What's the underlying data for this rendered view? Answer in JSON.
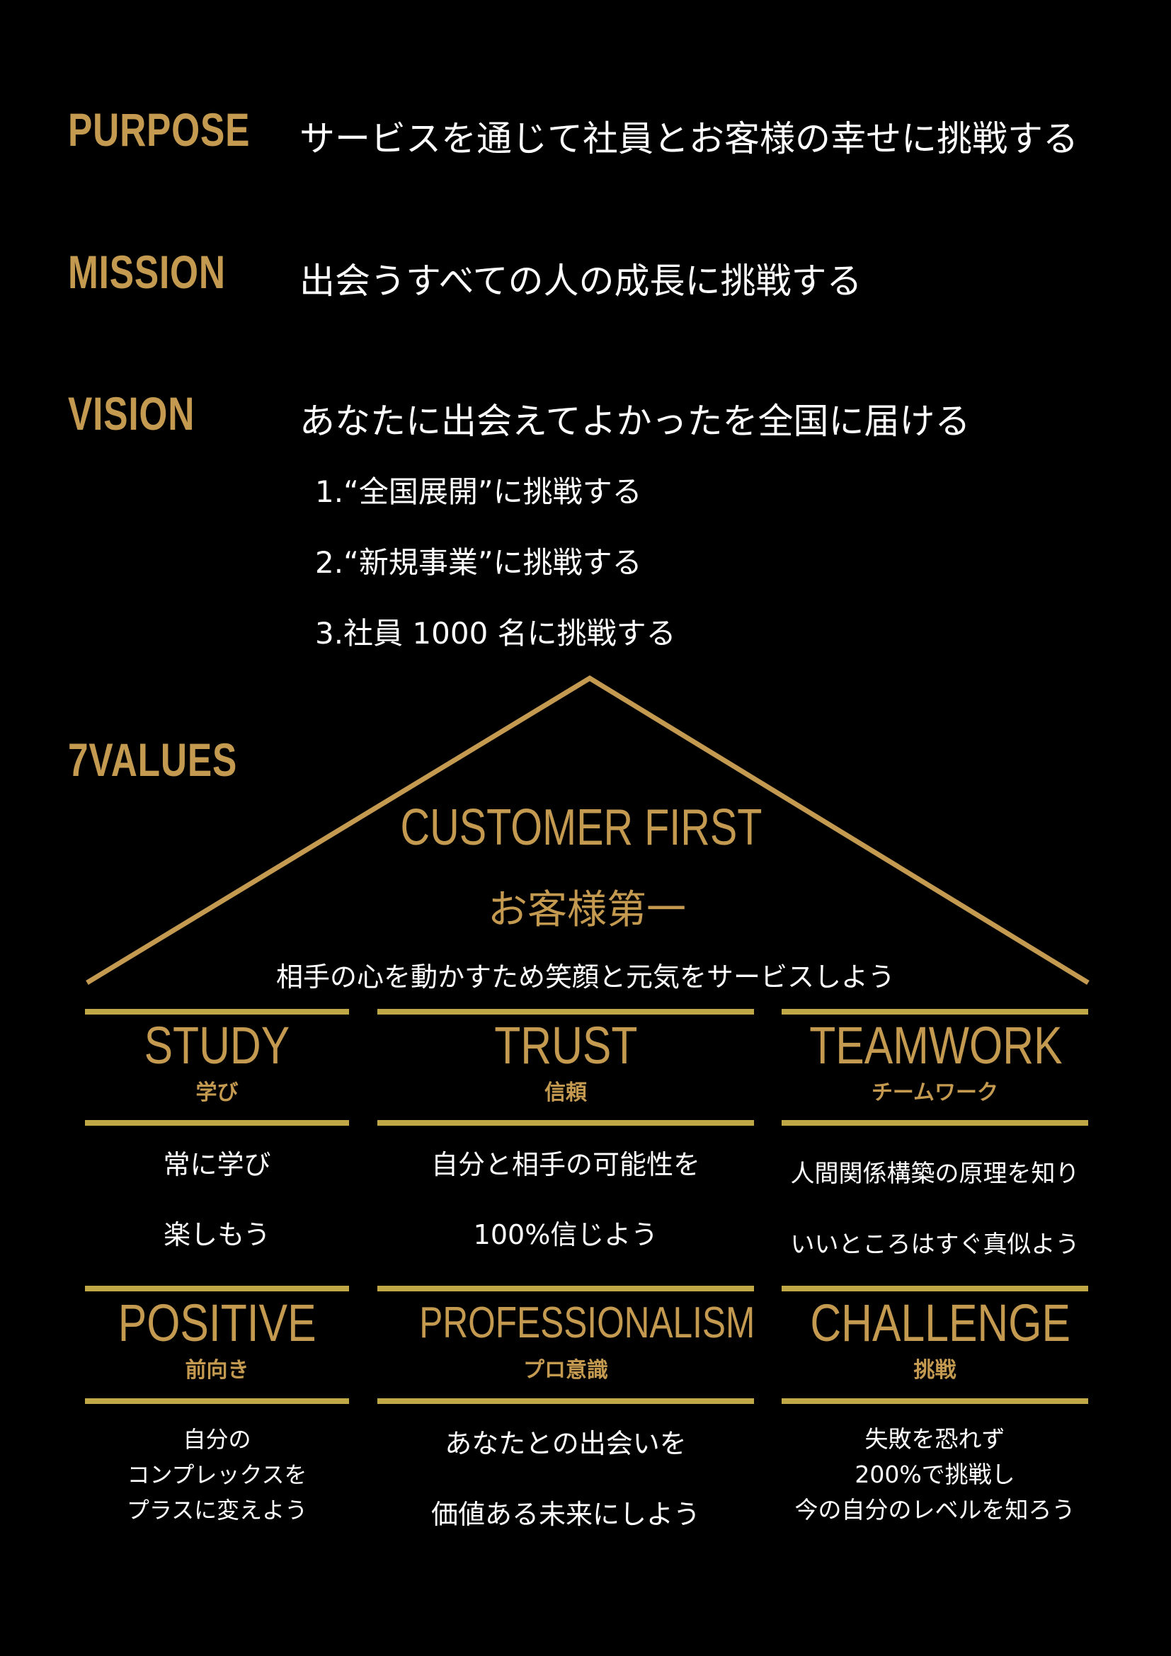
{
  "purpose": {
    "label": "PURPOSE",
    "text": "サービスを通じて社員とお客様の幸せに挑戦する"
  },
  "mission": {
    "label": "MISSION",
    "text": "出会うすべての人の成長に挑戦する"
  },
  "vision": {
    "label": "VISION",
    "text": "あなたに出会えてよかったを全国に届ける",
    "goals": [
      "1.“全国展開”に挑戦する",
      "2.“新規事業”に挑戦する",
      "3.社員 1000 名に挑戦する"
    ]
  },
  "values": {
    "label": "7VALUES",
    "core": {
      "title_en": "CUSTOMER FIRST",
      "title_ja": "お客様第一",
      "tagline": "相手の心を動かすため笑顔と元気をサービスしよう"
    },
    "items": [
      {
        "en": "STUDY",
        "ja": "学び",
        "lines": [
          "常に学び",
          "楽しもう"
        ]
      },
      {
        "en": "TRUST",
        "ja": "信頼",
        "lines": [
          "自分と相手の可能性を",
          "100%信じよう"
        ]
      },
      {
        "en": "TEAMWORK",
        "ja": "チームワーク",
        "lines": [
          "人間関係構築の原理を知り",
          "いいところはすぐ真似よう"
        ]
      },
      {
        "en": "POSITIVE",
        "ja": "前向き",
        "lines": [
          "自分の",
          "コンプレックスを",
          "プラスに変えよう"
        ]
      },
      {
        "en": "PROFESSIONALISM",
        "ja": "プロ意識",
        "lines": [
          "あなたとの出会いを",
          "価値ある未来にしよう"
        ]
      },
      {
        "en": "CHALLENGE",
        "ja": "挑戦",
        "lines": [
          "失敗を恐れず",
          "200%で挑戦し",
          "今の自分のレベルを知ろう"
        ]
      }
    ]
  },
  "colors": {
    "background": "#000000",
    "gold_text": "#c49a50",
    "gold_bar": "#bfa845",
    "body_text": "#ffffff"
  }
}
